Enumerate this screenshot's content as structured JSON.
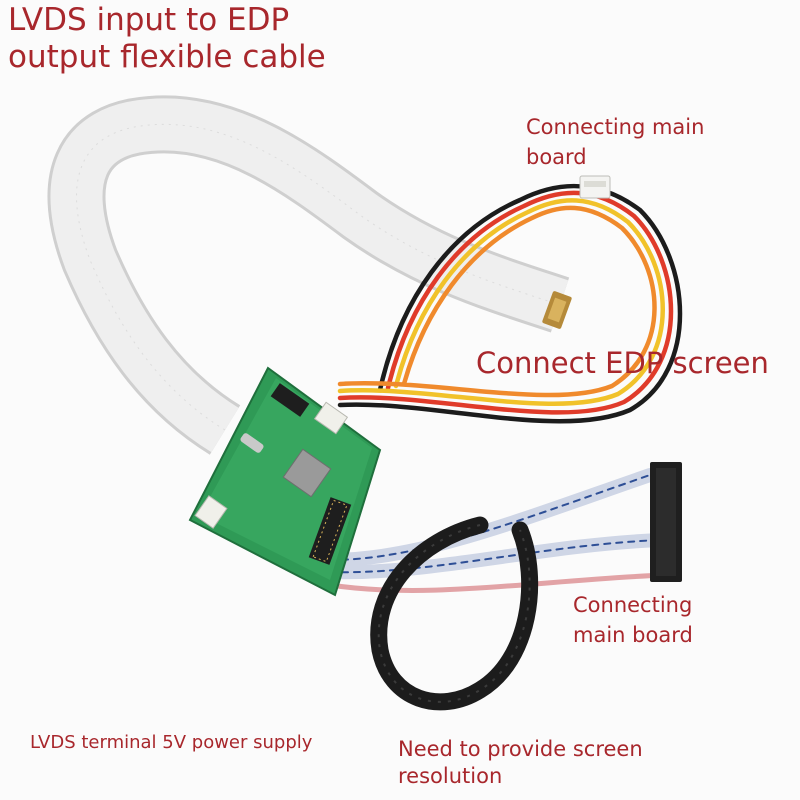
{
  "photo": {
    "subject": "LVDS to eDP adapter board with flat flexible cable, power cable and LVDS cable",
    "colors": {
      "caption": "#a8272c",
      "pcb": "#2f9a56",
      "ffc": "#ececec",
      "cable_black": "#1c1c1c"
    }
  },
  "captions": {
    "title_line1": "LVDS input to EDP",
    "title_line2": "output flexible cable",
    "main_board_top_line1": "Connecting main",
    "main_board_top_line2": "board",
    "edp_screen": "Connect EDP screen",
    "main_board_bottom_line1": "Connecting",
    "main_board_bottom_line2": "main board",
    "lvds_power": "LVDS terminal 5V power supply",
    "resolution_line1": "Need to provide screen",
    "resolution_line2": "resolution"
  }
}
